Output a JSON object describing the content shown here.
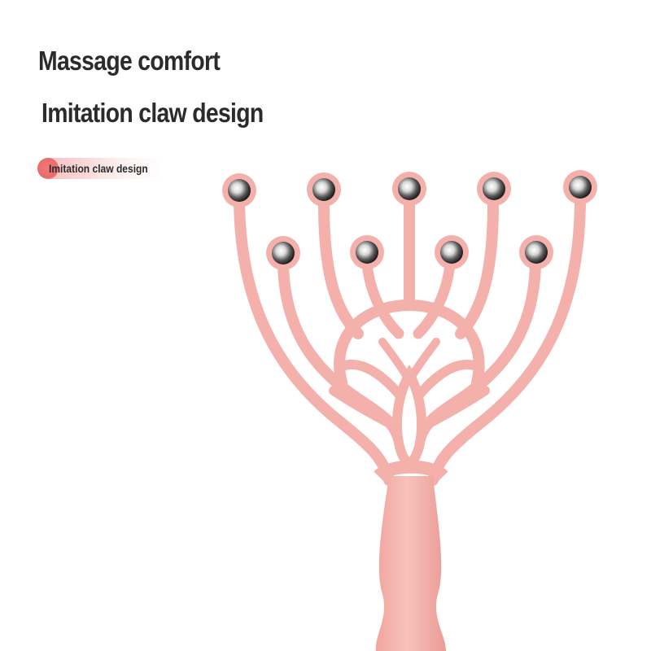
{
  "headline": {
    "primary": "Massage comfort",
    "secondary": "Imitation claw design"
  },
  "tag": {
    "label": "Imitation claw design"
  },
  "colors": {
    "product_pink": "#f4b0aa",
    "product_pink_dark": "#e99a94",
    "tag_accent": "#ea6a6a",
    "text": "#2b2b2b",
    "ball_metal": "#bfbfbf"
  },
  "product": {
    "kind": "head scalp massager",
    "color": "pink",
    "finger_count": 9,
    "tip": "steel ball"
  }
}
